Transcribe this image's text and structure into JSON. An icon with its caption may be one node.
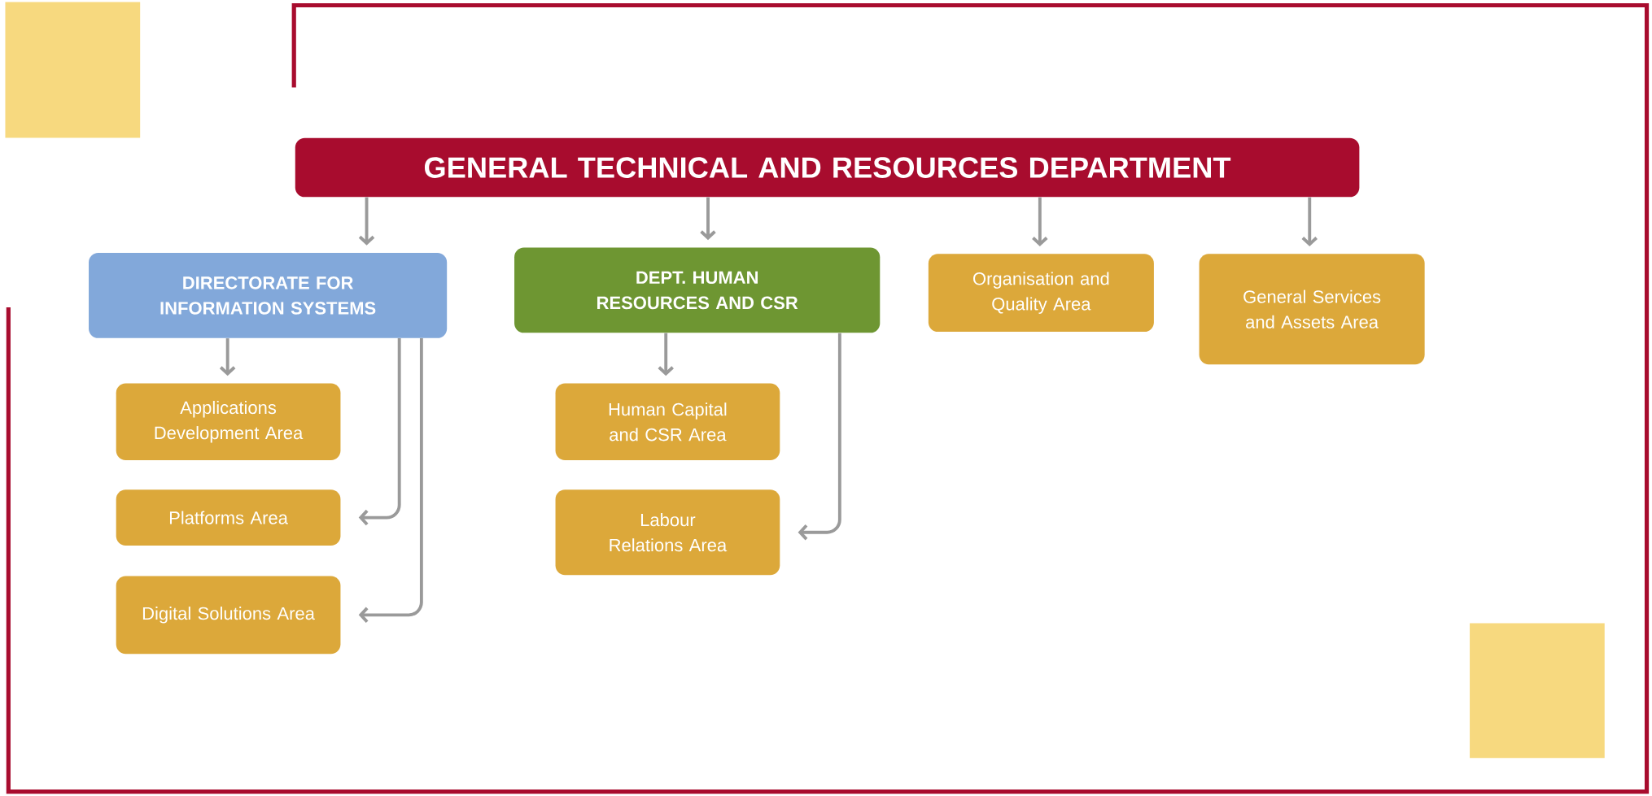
{
  "diagram": {
    "nodes": [
      {
        "text": [
          "GENERAL TECHNICAL AND RESOURCES DEPARTMENT"
        ]
      },
      {
        "text": [
          "DIRECTORATE FOR INFORMATION SYSTEMS"
        ]
      },
      {
        "text": [
          "DEPT. HUMAN RESOURCES AND CSR"
        ]
      },
      {
        "text": [
          "Organisation and Quality Area"
        ]
      },
      {
        "text": [
          "General Services and Assets Area"
        ]
      },
      {
        "text": [
          "Applications Development Area"
        ]
      },
      {
        "text": [
          "Platforms Area"
        ]
      },
      {
        "text": [
          "Digital Solutions Area"
        ]
      },
      {
        "text": [
          "Human Capital and CSR Area"
        ]
      },
      {
        "text": [
          "Labour Relations Area"
        ]
      }
    ],
    "edges": [
      {
        "from": 0,
        "to": 1,
        "arrow": "to"
      },
      {
        "from": 0,
        "to": 2,
        "arrow": "to"
      },
      {
        "from": 0,
        "to": 3,
        "arrow": "to"
      },
      {
        "from": 0,
        "to": 4,
        "arrow": "to"
      },
      {
        "from": 1,
        "to": 5,
        "arrow": "to"
      },
      {
        "from": 1,
        "to": 6,
        "arrow": "to"
      },
      {
        "from": 1,
        "to": 7,
        "arrow": "to"
      },
      {
        "from": 2,
        "to": 8,
        "arrow": "to"
      },
      {
        "from": 2,
        "to": 9,
        "arrow": "to"
      }
    ]
  }
}
